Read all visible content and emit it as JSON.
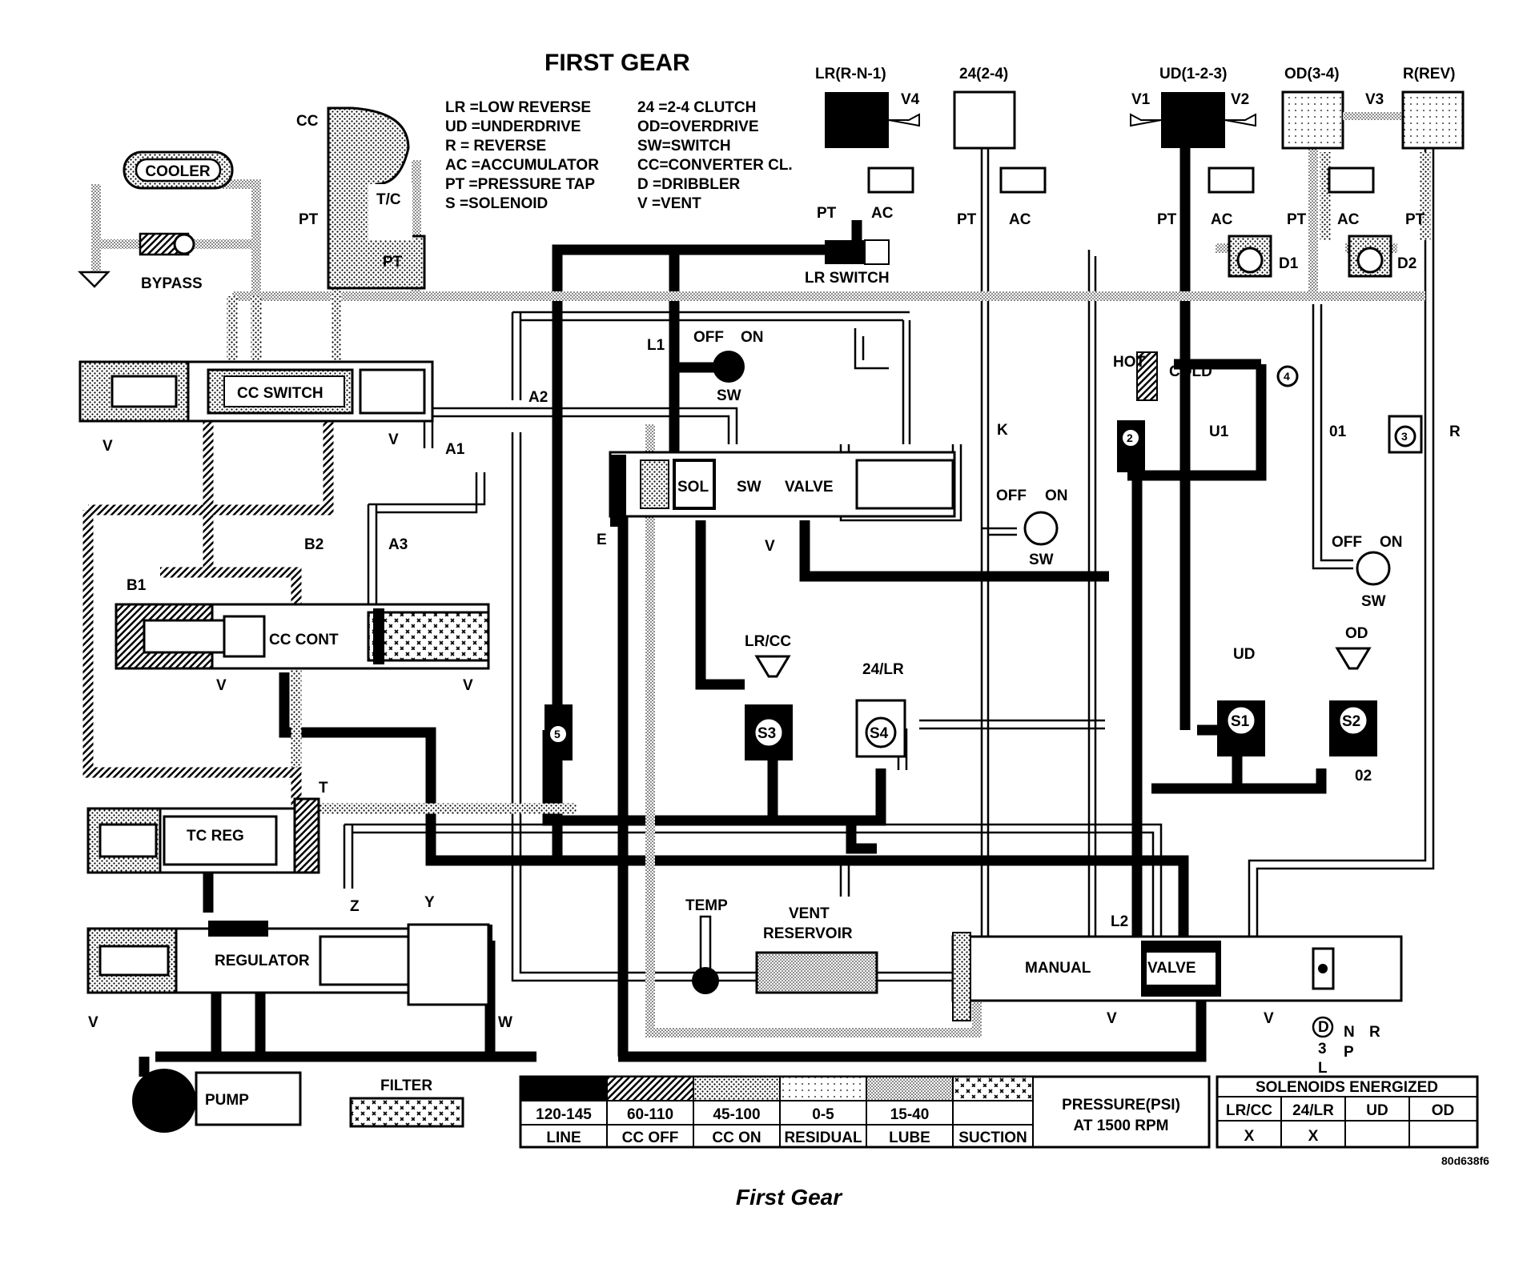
{
  "title": "FIRST GEAR",
  "caption": "First Gear",
  "figure_code": "80d638f6",
  "abbreviations": [
    {
      "left": "LR =LOW REVERSE",
      "right": "24 =2-4 CLUTCH"
    },
    {
      "left": "UD =UNDERDRIVE",
      "right": "OD=OVERDRIVE"
    },
    {
      "left": "R  = REVERSE",
      "right": "SW=SWITCH"
    },
    {
      "left": "AC =ACCUMULATOR",
      "right": "CC=CONVERTER CL."
    },
    {
      "left": "PT =PRESSURE TAP",
      "right": "D  =DRIBBLER"
    },
    {
      "left": "S  =SOLENOID",
      "right": "V  =VENT"
    }
  ],
  "clutches": {
    "lr": "LR(R-N-1)",
    "c24": "24(2-4)",
    "ud": "UD(1-2-3)",
    "od": "OD(3-4)",
    "rev": "R(REV)"
  },
  "components": {
    "cooler": "COOLER",
    "bypass": "BYPASS",
    "cc": "CC",
    "tc": "T/C",
    "cc_switch": "CC SWITCH",
    "cc_cont": "CC CONT",
    "tc_reg": "TC REG",
    "regulator": "REGULATOR",
    "pump": "PUMP",
    "filter": "FILTER",
    "lr_switch": "LR SWITCH",
    "sol": "SOL",
    "sw": "SW",
    "valve": "VALVE",
    "manual": "MANUAL",
    "manual_valve": "VALVE",
    "temp": "TEMP",
    "vent_reservoir_1": "VENT",
    "vent_reservoir_2": "RESERVOIR",
    "hot": "HOT",
    "cold": "COLD"
  },
  "solenoids": {
    "s1": "S1",
    "s2": "S2",
    "s3": "S3",
    "s4": "S4",
    "s3_label": "LR/CC",
    "s4_label": "24/LR",
    "s1_label": "UD",
    "s2_label": "OD"
  },
  "switch_labels": {
    "off": "OFF",
    "on": "ON",
    "sw": "SW"
  },
  "taps": {
    "pt": "PT",
    "ac": "AC",
    "v": "V",
    "v1": "V1",
    "v2": "V2",
    "v3": "V3",
    "v4": "V4",
    "l1": "L1",
    "l2": "L2",
    "a1": "A1",
    "a2": "A2",
    "a3": "A3",
    "b1": "B1",
    "b2": "B2",
    "k": "K",
    "u1": "U1",
    "o1": "01",
    "o2": "02",
    "r": "R",
    "e": "E",
    "t": "T",
    "z": "Z",
    "y": "Y",
    "w": "W",
    "d1": "D1",
    "d2": "D2"
  },
  "markers": [
    "2",
    "3",
    "4",
    "5"
  ],
  "shift_positions": [
    "D",
    "3",
    "L",
    "N",
    "P",
    "R"
  ],
  "legend": {
    "title_line1": "PRESSURE(PSI)",
    "title_line2": "AT 1500 RPM",
    "ranges": [
      "120-145",
      "60-110",
      "45-100",
      "0-5",
      "15-40",
      ""
    ],
    "names": [
      "LINE",
      "CC OFF",
      "CC ON",
      "RESIDUAL",
      "LUBE",
      "SUCTION"
    ]
  },
  "solenoid_table": {
    "title": "SOLENOIDS ENERGIZED",
    "headers": [
      "LR/CC",
      "24/LR",
      "UD",
      "OD"
    ],
    "values": [
      "X",
      "X",
      "",
      ""
    ]
  }
}
